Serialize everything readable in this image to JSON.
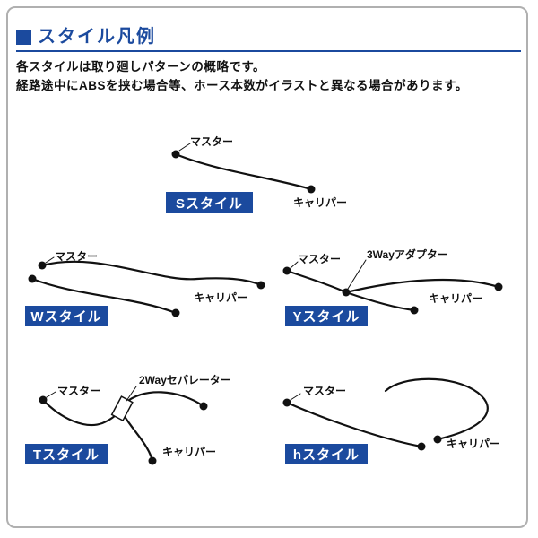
{
  "panel": {
    "title": "スタイル凡例",
    "description": [
      "各スタイルは取り廻しパターンの概略です。",
      "経路途中にABSを挟む場合等、ホース本数がイラストと異なる場合があります。"
    ]
  },
  "labels": {
    "master": "マスター",
    "caliper": "キャリパー",
    "three_way_adapter": "3Wayアダプター",
    "two_way_separator": "2Wayセパレーター"
  },
  "styles": {
    "s": "Sスタイル",
    "w": "Wスタイル",
    "y": "Yスタイル",
    "t": "Tスタイル",
    "h": "hスタイル"
  },
  "colors": {
    "accent_blue": "#1b4a9e",
    "line_black": "#111111",
    "border_gray": "#b0b0b0"
  }
}
